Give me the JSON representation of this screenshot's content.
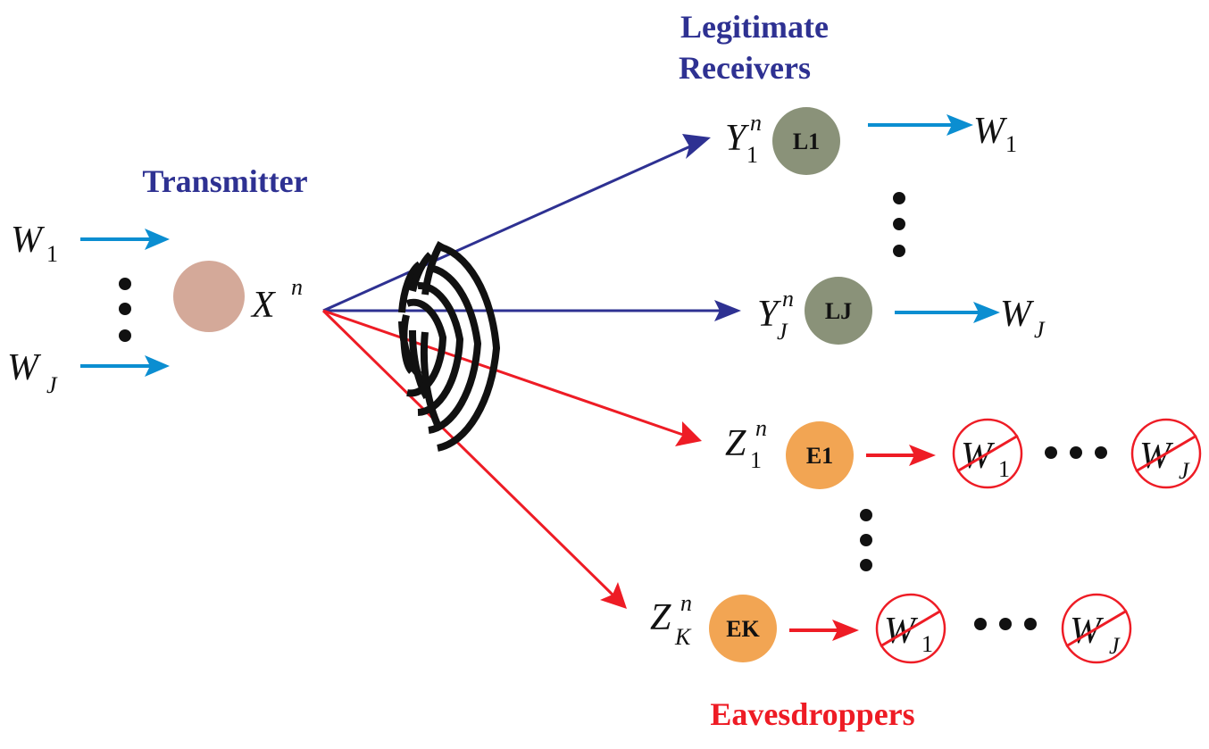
{
  "labels": {
    "transmitter": "Transmitter",
    "legitimate_line1": "Legitimate",
    "legitimate_line2": "Receivers",
    "eavesdroppers": "Eavesdroppers"
  },
  "inputs": {
    "w1": {
      "base": "W",
      "sub": "1"
    },
    "wj": {
      "base": "W",
      "sub": "J"
    }
  },
  "transmit_signal": {
    "base": "X",
    "sup": "n"
  },
  "legit_receivers": [
    {
      "node": "L1",
      "sig_base": "Y",
      "sig_sup": "n",
      "sig_sub": "1",
      "out_base": "W",
      "out_sub": "1"
    },
    {
      "node": "LJ",
      "sig_base": "Y",
      "sig_sup": "n",
      "sig_sub": "J",
      "out_base": "W",
      "out_sub": "J"
    }
  ],
  "eavesdroppers": [
    {
      "node": "E1",
      "sig_base": "Z",
      "sig_sup": "n",
      "sig_sub": "1",
      "blocked": [
        {
          "base": "W",
          "sub": "1"
        },
        {
          "base": "W",
          "sub": "J"
        }
      ]
    },
    {
      "node": "EK",
      "sig_base": "Z",
      "sig_sup": "n",
      "sig_sub": "K",
      "blocked": [
        {
          "base": "W",
          "sub": "1"
        },
        {
          "base": "W",
          "sub": "J"
        }
      ]
    }
  ],
  "colors": {
    "legit_link": "#2e3192",
    "eaves_link": "#ee1c25",
    "input_arrow": "#0b8ed1",
    "transmitter_node": "#d4a999",
    "legit_node": "#8a9279",
    "eaves_node": "#f2a553",
    "title_blue": "#2e3192",
    "title_red": "#ee1c25"
  }
}
